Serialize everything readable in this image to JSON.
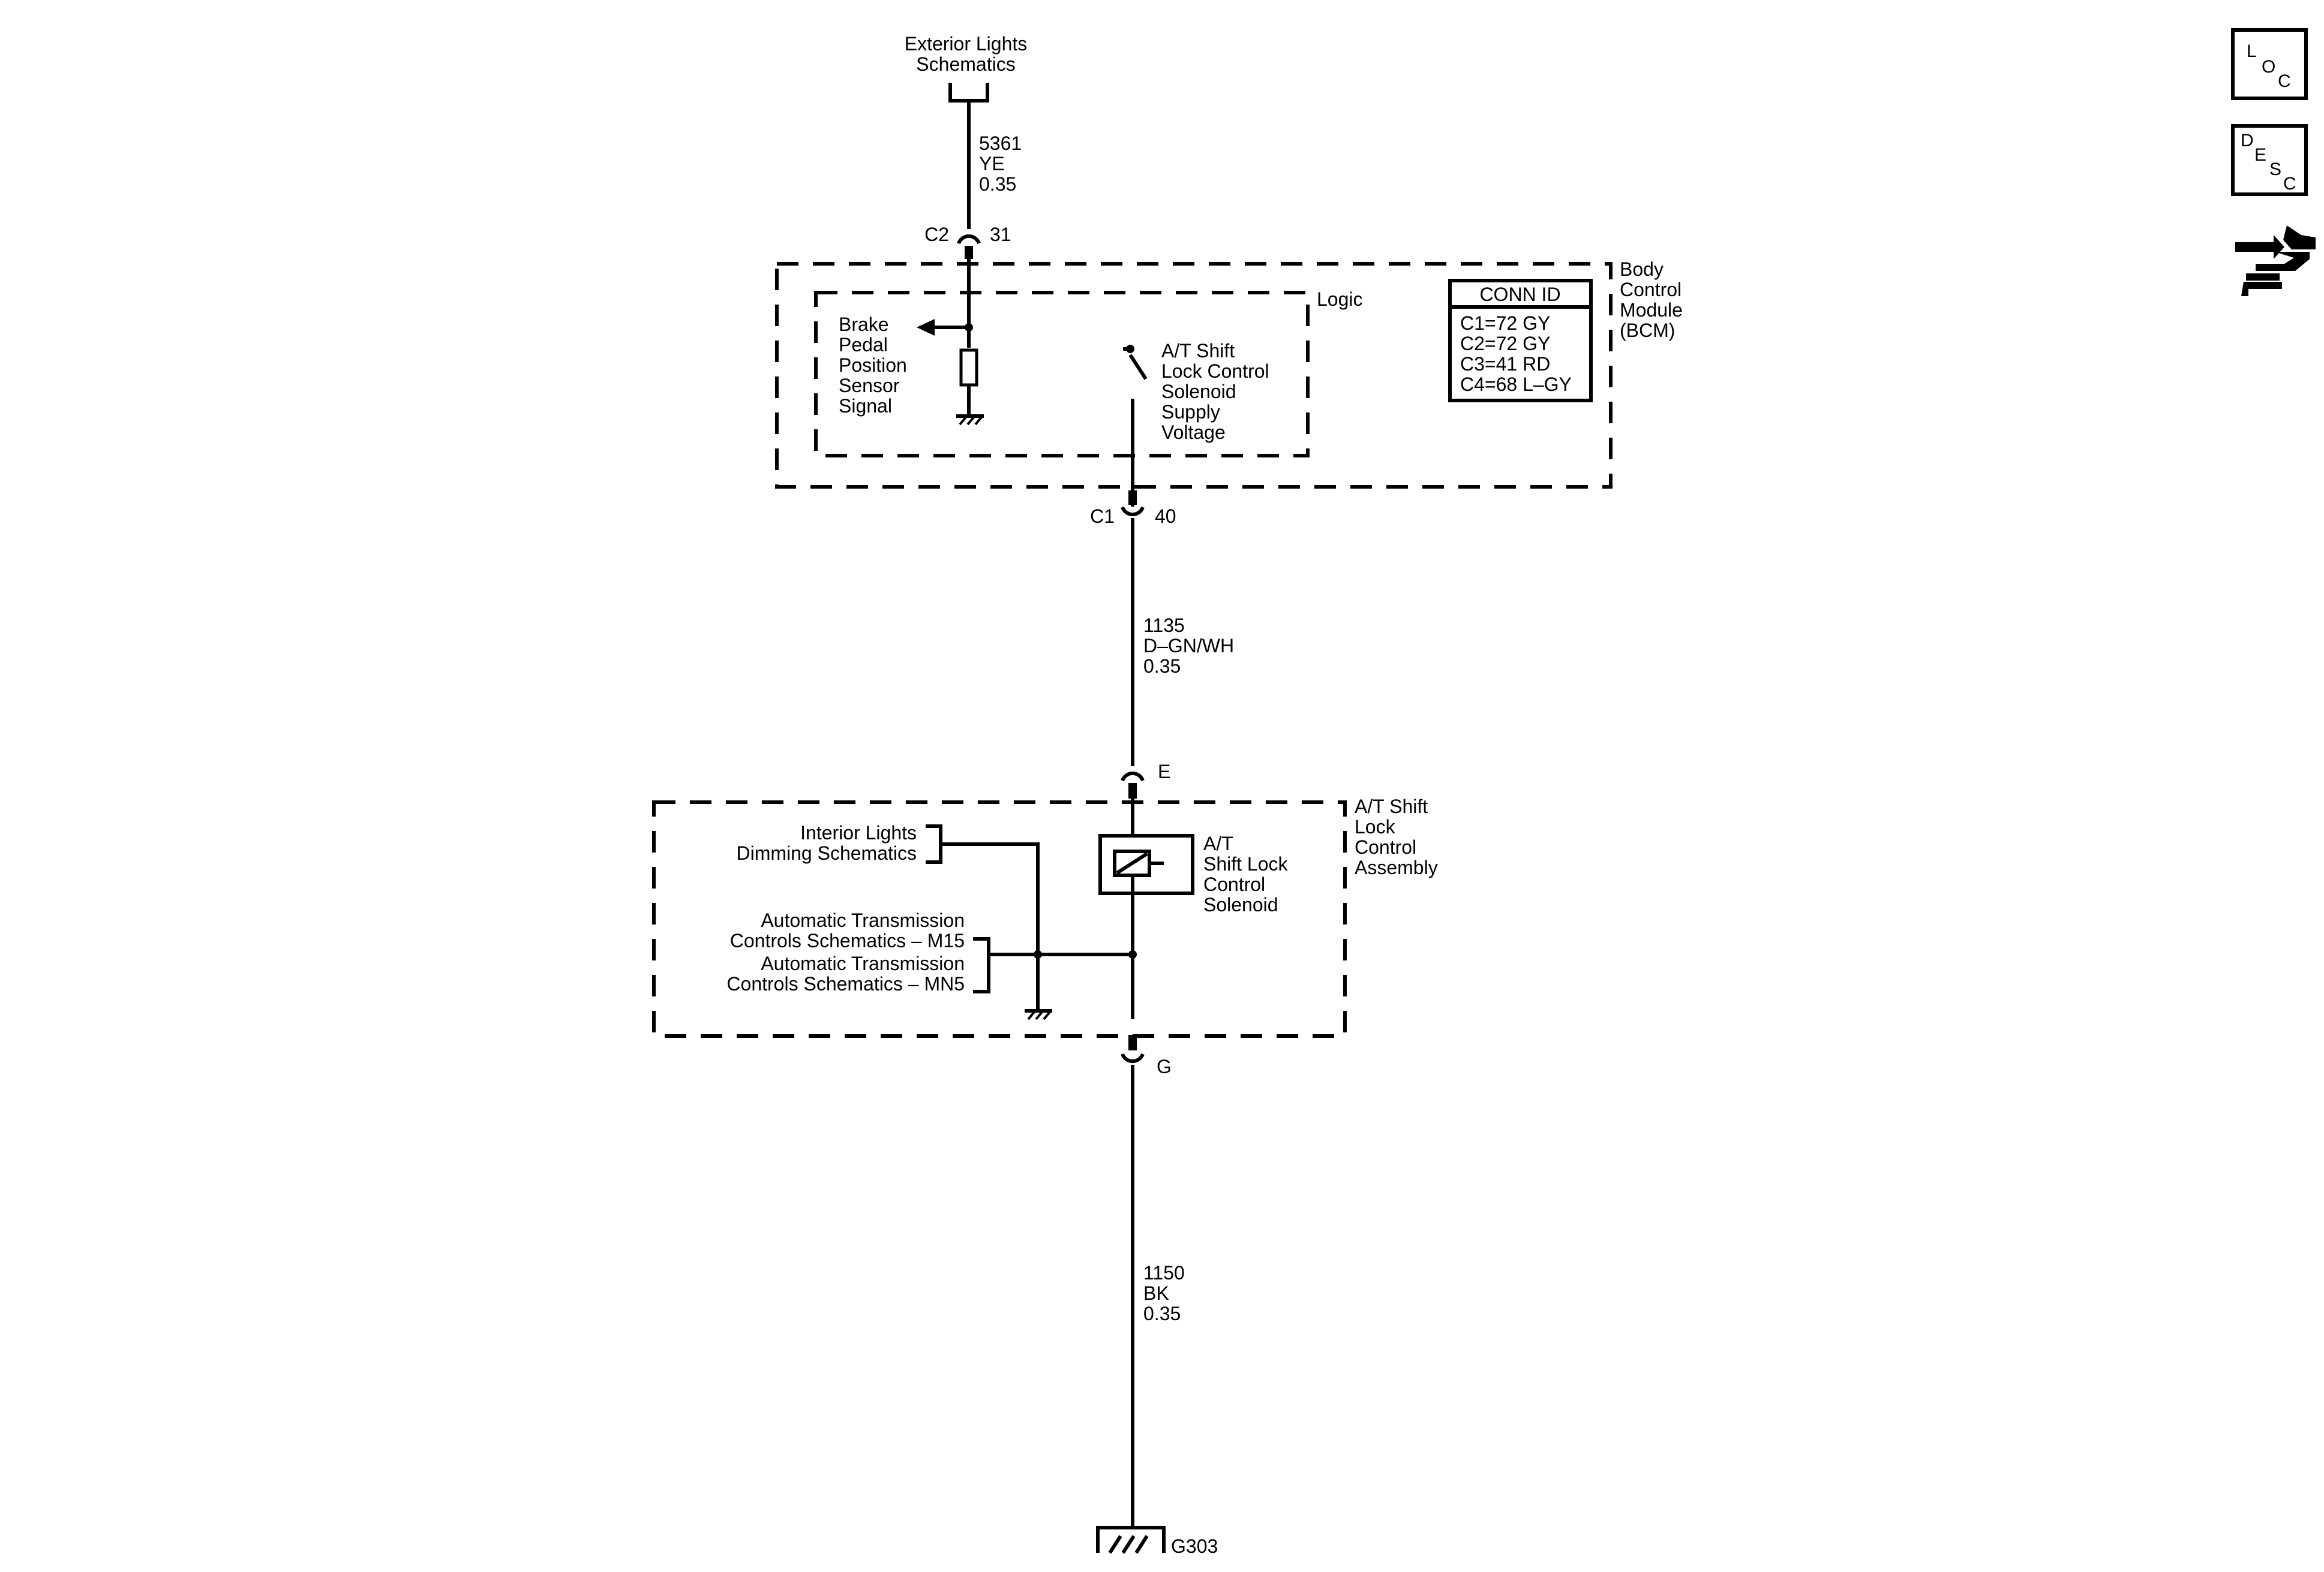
{
  "header": {
    "lines": [
      "Exterior Lights",
      "Schematics"
    ]
  },
  "wires": {
    "w5361": [
      "5361",
      "YE",
      "0.35"
    ],
    "w1135": [
      "1135",
      "D–GN/WH",
      "0.35"
    ],
    "w1150": [
      "1150",
      "BK",
      "0.35"
    ]
  },
  "connectors": {
    "c2": {
      "name": "C2",
      "pin": "31"
    },
    "c1": {
      "name": "C1",
      "pin": "40"
    },
    "e": {
      "pin": "E"
    },
    "g": {
      "pin": "G"
    }
  },
  "bcm": {
    "title": [
      "Body",
      "Control",
      "Module",
      "(BCM)"
    ],
    "logic_label": "Logic",
    "brake_signal": [
      "Brake",
      "Pedal",
      "Position",
      "Sensor",
      "Signal"
    ],
    "supply": [
      "A/T Shift",
      "Lock Control",
      "Solenoid",
      "Supply",
      "Voltage"
    ],
    "conn_id": {
      "header": "CONN ID",
      "rows": [
        "C1=72 GY",
        "C2=72 GY",
        "C3=41 RD",
        "C4=68 L–GY"
      ]
    }
  },
  "assembly": {
    "title": [
      "A/T Shift",
      "Lock",
      "Control",
      "Assembly"
    ],
    "solenoid": [
      "A/T",
      "Shift Lock",
      "Control",
      "Solenoid"
    ],
    "interior_ref": [
      "Interior Lights",
      "Dimming Schematics"
    ],
    "trans_ref_1": [
      "Automatic Transmission",
      "Controls Schematics – M15"
    ],
    "trans_ref_2": [
      "Automatic Transmission",
      "Controls Schematics – MN5"
    ]
  },
  "ground": {
    "label": "G303"
  },
  "side_icons": {
    "loc": [
      "L",
      "O",
      "C"
    ],
    "desc": [
      "D",
      "E",
      "S",
      "C"
    ],
    "vehicle_icon": "vehicle-wiring-icon"
  }
}
